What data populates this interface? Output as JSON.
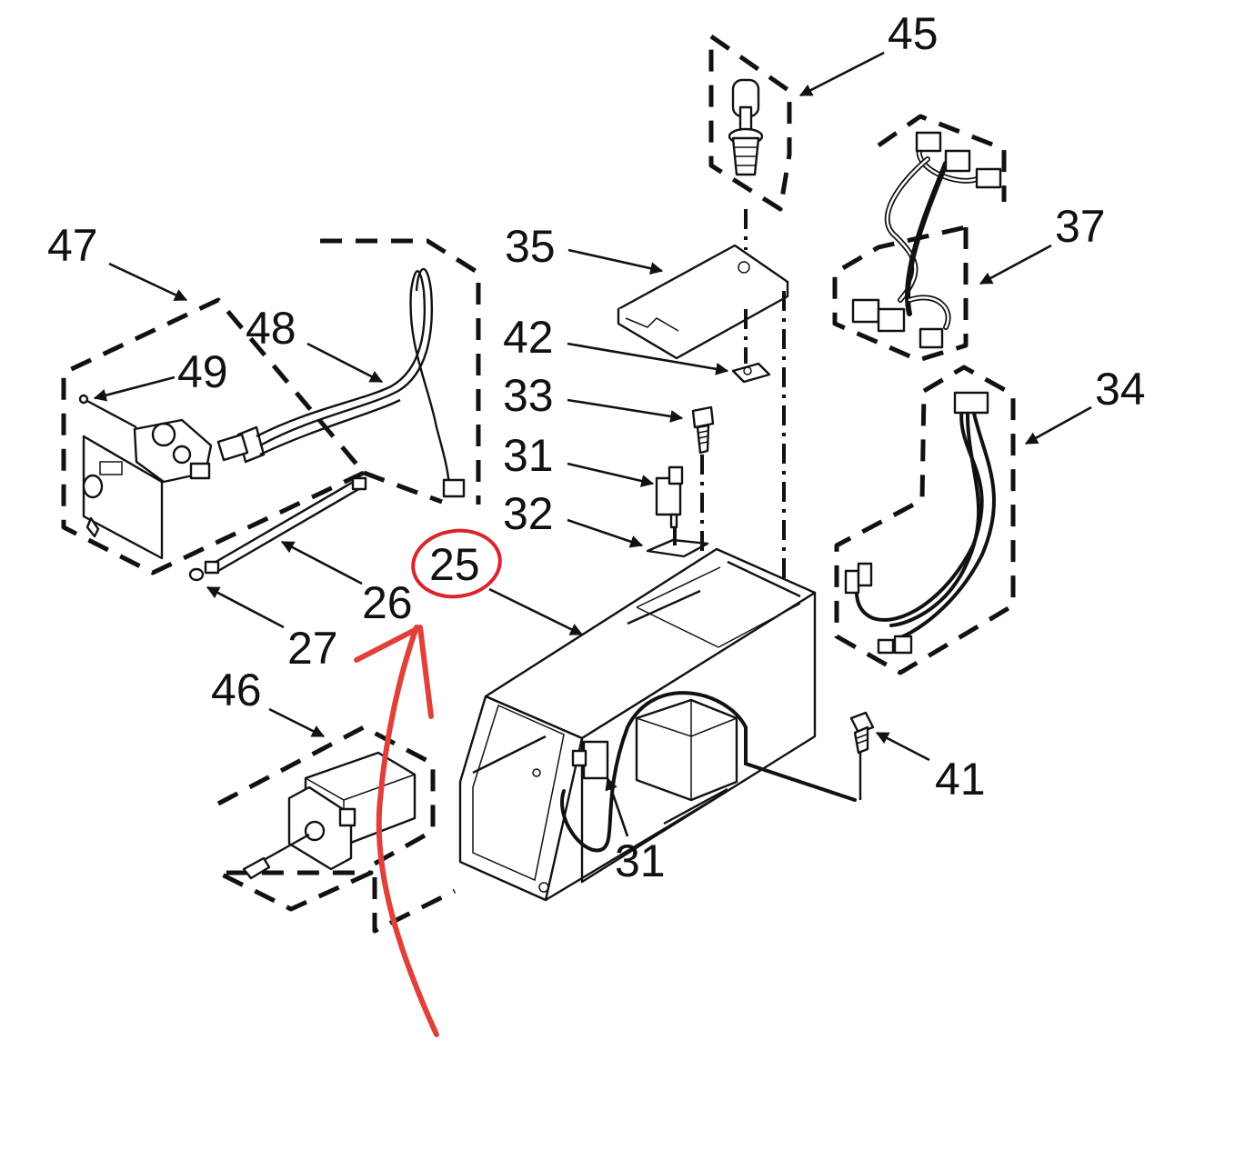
{
  "labels": {
    "p45": "45",
    "p37": "37",
    "p47": "47",
    "p35": "35",
    "p48": "48",
    "p42": "42",
    "p49": "49",
    "p33": "33",
    "p34": "34",
    "p31a": "31",
    "p32": "32",
    "p25": "25",
    "p26": "26",
    "p27": "27",
    "p46": "46",
    "p41": "41",
    "p31b": "31"
  },
  "highlight": {
    "circle_color": "#d9252b",
    "arrow_color": "#e0403a"
  }
}
